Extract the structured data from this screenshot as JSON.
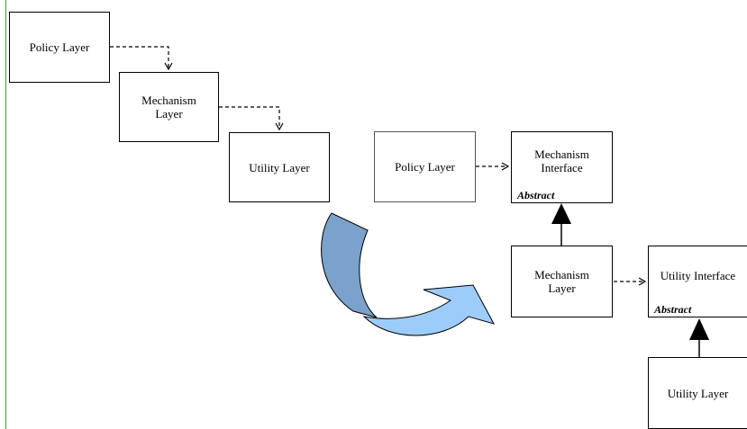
{
  "left": {
    "policy": "Policy Layer",
    "mechanism": "Mechanism\nLayer",
    "utility": "Utility Layer"
  },
  "right": {
    "policy": "Policy Layer",
    "mechanism_interface": "Mechanism\nInterface",
    "mechanism_interface_tag": "Abstract",
    "mechanism": "Mechanism\nLayer",
    "utility_interface": "Utility Interface",
    "utility_interface_tag": "Abstract",
    "utility": "Utility Layer"
  },
  "colors": {
    "arrow_dark": "#7aa2cc",
    "arrow_light": "#9ccdfa",
    "border_line": "#2faa2f"
  }
}
